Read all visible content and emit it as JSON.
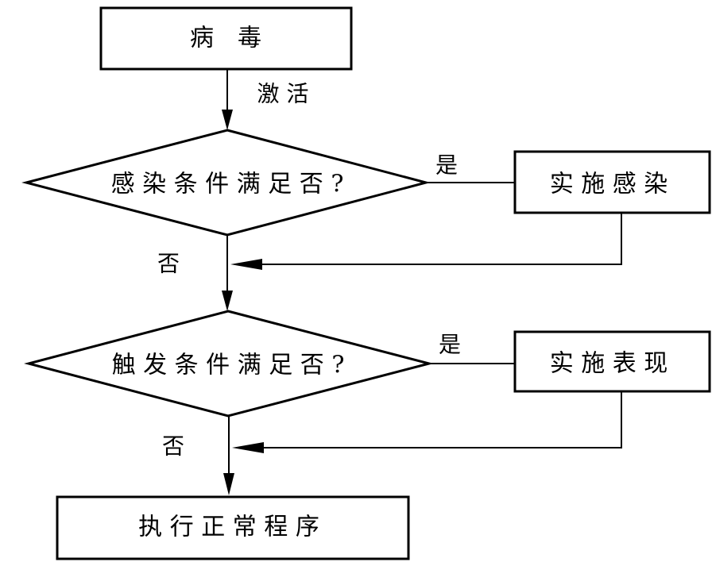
{
  "nodes": {
    "virus": "病　毒",
    "infect_condition": "感 染 条 件 满 足 否 ?",
    "perform_infection": "实 施 感 染",
    "trigger_condition": "触 发 条 件 满 足 否 ?",
    "perform_manifestation": "实 施 表 现",
    "normal_program": "执 行 正 常 程 序"
  },
  "edges": {
    "activate": "激 活",
    "yes_infect": "是",
    "no_infect": "否",
    "yes_trigger": "是",
    "no_trigger": "否"
  }
}
